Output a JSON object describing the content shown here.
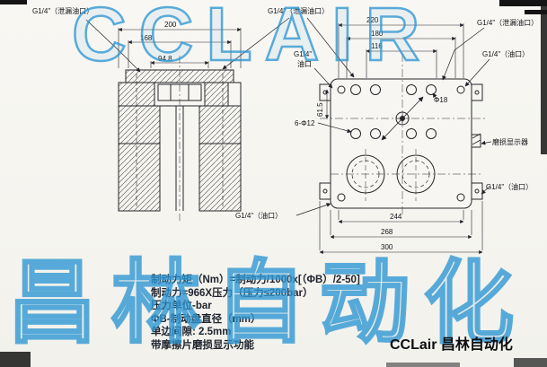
{
  "watermarks": {
    "top": "CCLAIR",
    "bottom": "昌林自动化"
  },
  "footer": {
    "brand": "CCLair 昌林自动化"
  },
  "left_view": {
    "dims": {
      "outer": "200",
      "mid": "168",
      "inner": "94.8"
    },
    "labels": {
      "leak_port": "G1/4\"（泄漏油口）",
      "oil_port_bottom": "G1/4\"（油口）"
    }
  },
  "center_labels": {
    "leak_port": "G1/4\"（泄漏油口）",
    "oil_line1": "G1/4\"",
    "oil_line2": "油口"
  },
  "right_view": {
    "dims": {
      "d220": "220",
      "d180": "180",
      "d116": "116",
      "d615": "61.5",
      "d244": "244",
      "d268": "268",
      "d300": "300",
      "holes": "6-Φ12",
      "hole18": "Φ18"
    },
    "labels": {
      "leak_port": "G1/4\"（泄漏油口）",
      "oil_port_top": "G1/4\"（油口）",
      "wear_indicator": "磨损显示器",
      "oil_port_mid": "G1/4\"（油口）"
    }
  },
  "notes": {
    "lines": [
      "制动力矩（Nm）=制动力/1000x[（ΦB）/2-50]",
      "制动力=966X压力（压力≤200bar）",
      "压力单位-bar",
      "ΦB-制动盘直径（mm）",
      "单边间隙: 2.5mm",
      "带摩擦片磨损显示功能"
    ]
  }
}
